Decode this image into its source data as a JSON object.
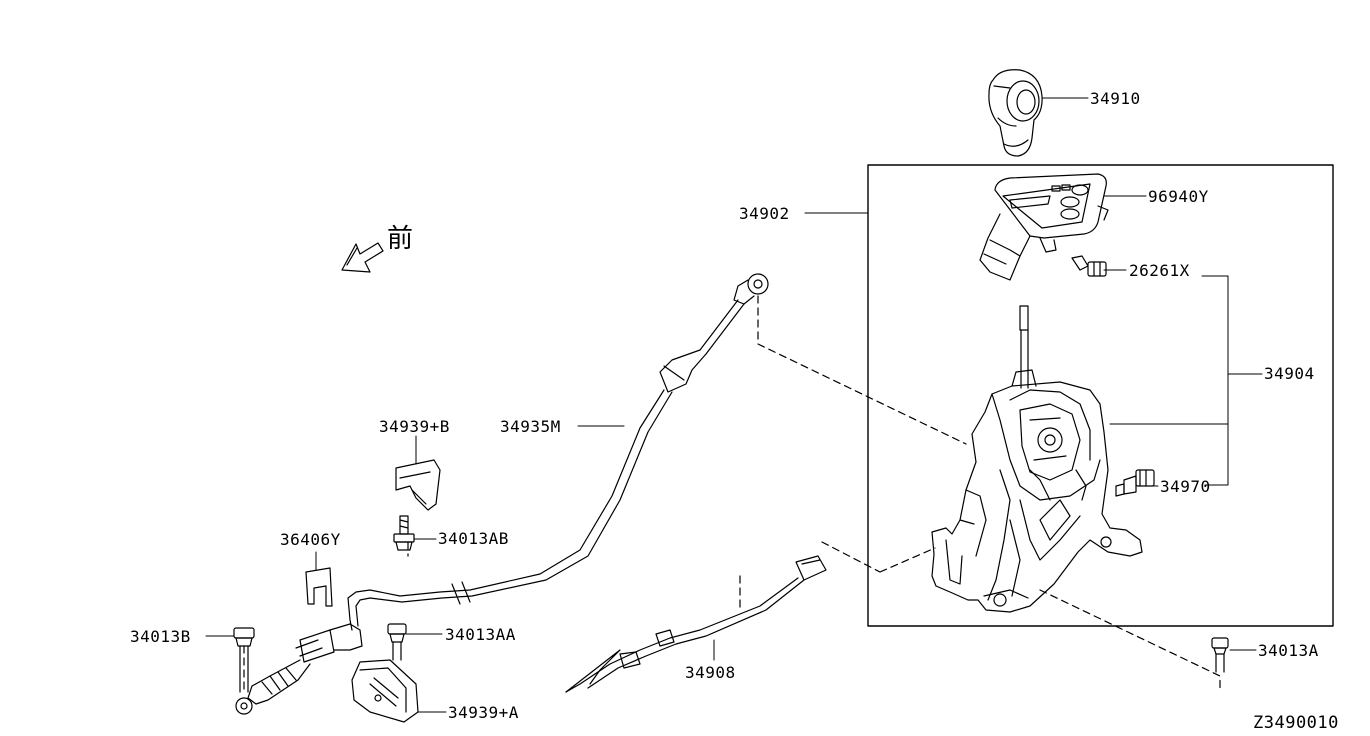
{
  "diagram": {
    "front_label": "前",
    "diagram_code": "Z3490010",
    "parts": {
      "p34910": "34910",
      "p96940Y": "96940Y",
      "p34902": "34902",
      "p26261X": "26261X",
      "p34904": "34904",
      "p34970": "34970",
      "p34935M": "34935M",
      "p34939B": "34939+B",
      "p34013AB": "34013AB",
      "p36406Y": "36406Y",
      "p34013B": "34013B",
      "p34013AA": "34013AA",
      "p34939A": "34939+A",
      "p34908": "34908",
      "p34013A": "34013A"
    }
  }
}
